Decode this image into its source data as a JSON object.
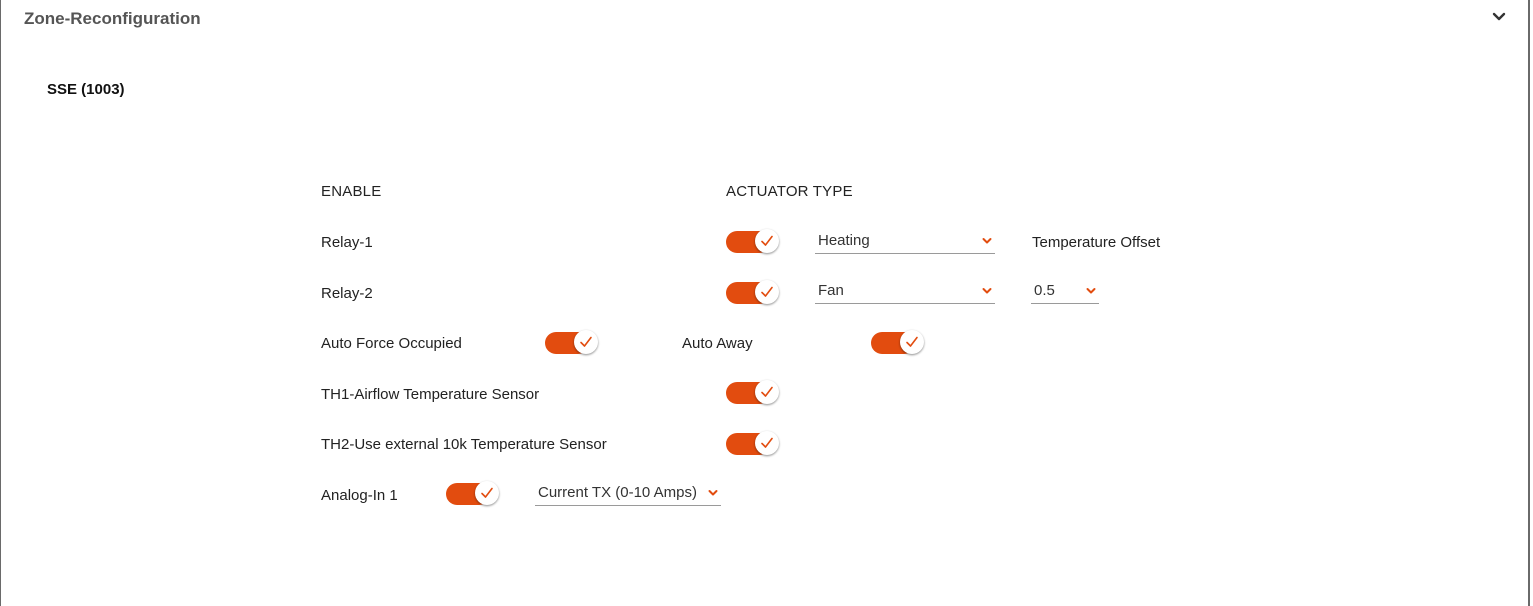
{
  "header": {
    "title": "Zone-Reconfiguration",
    "collapse_icon": "chevron-down-icon"
  },
  "device": {
    "title": "SSE (1003)"
  },
  "columns": {
    "enable": "ENABLE",
    "actuator_type": "ACTUATOR TYPE"
  },
  "relay1": {
    "label": "Relay-1",
    "enabled": true,
    "actuator": "Heating"
  },
  "relay2": {
    "label": "Relay-2",
    "enabled": true,
    "actuator": "Fan"
  },
  "temperature_offset": {
    "label": "Temperature Offset",
    "value": "0.5"
  },
  "auto_force_occupied": {
    "label": "Auto Force Occupied",
    "enabled": true
  },
  "auto_away": {
    "label": "Auto Away",
    "enabled": true
  },
  "th1": {
    "label": "TH1-Airflow Temperature Sensor",
    "enabled": true
  },
  "th2": {
    "label": "TH2-Use external 10k Temperature Sensor",
    "enabled": true
  },
  "analog_in1": {
    "label": "Analog-In 1",
    "enabled": true,
    "type": "Current TX (0-10 Amps)"
  },
  "colors": {
    "accent": "#e24c0f",
    "text": "#222222",
    "header_text": "#555555"
  }
}
